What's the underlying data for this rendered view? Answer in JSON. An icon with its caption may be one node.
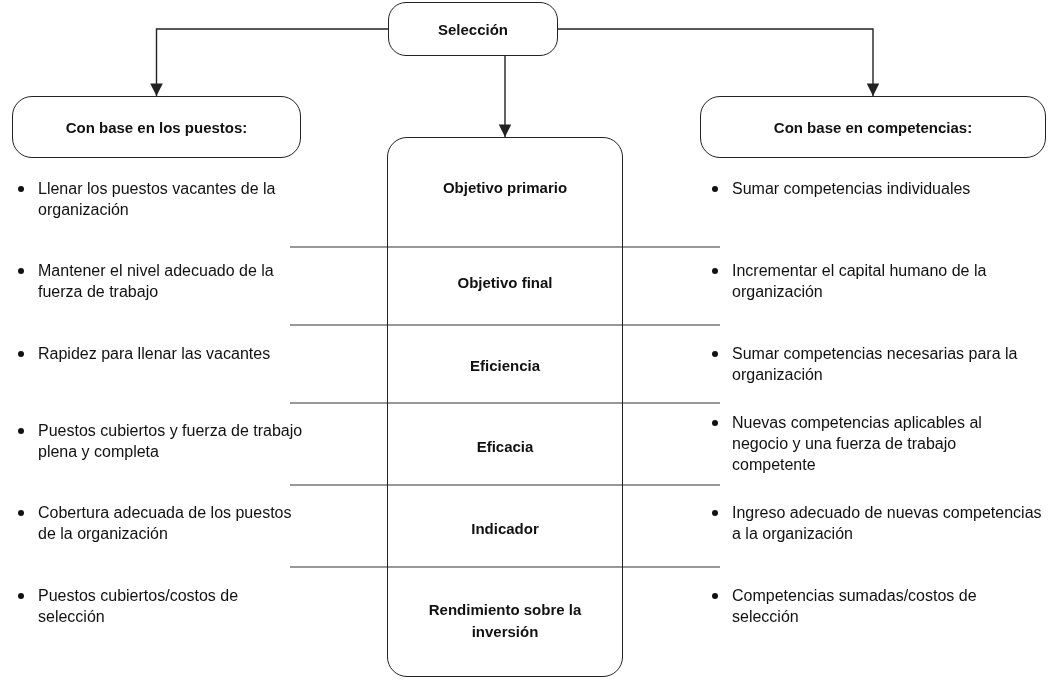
{
  "diagram": {
    "nodes": [
      {
        "text": [
          "Selección"
        ]
      },
      {
        "text": [
          "Con base en los puestos:"
        ]
      },
      {
        "text": [
          "Con base en competencias:"
        ]
      },
      {
        "text": [
          "Objetivo primario",
          "Objetivo final",
          "Eficiencia",
          "Eficacia",
          "Indicador",
          "Rendimiento sobre la inversión"
        ]
      }
    ],
    "edges": [
      {
        "from": 0,
        "to": 1,
        "arrow": "to"
      },
      {
        "from": 0,
        "to": 3,
        "arrow": "to"
      },
      {
        "from": 0,
        "to": 2,
        "arrow": "to"
      }
    ],
    "labels": [
      "Llenar los puestos vacantes de la organización",
      "Sumar competencias individuales",
      "Mantener el nivel adecuado de la fuerza de trabajo",
      "Incrementar el capital humano de la organización",
      "Rapidez para llenar las vacantes",
      "Sumar competencias necesarias para la organización",
      "Puestos cubiertos y fuerza de trabajo plena y completa",
      "Nuevas competencias aplicables al negocio y una fuerza de trabajo competente",
      "Cobertura adecuada de los puestos de la organización",
      "Ingreso adecuado de nuevas competencias a la organización",
      "Puestos cubiertos/costos de selección",
      "Competencias sumadas/costos de selección"
    ]
  }
}
